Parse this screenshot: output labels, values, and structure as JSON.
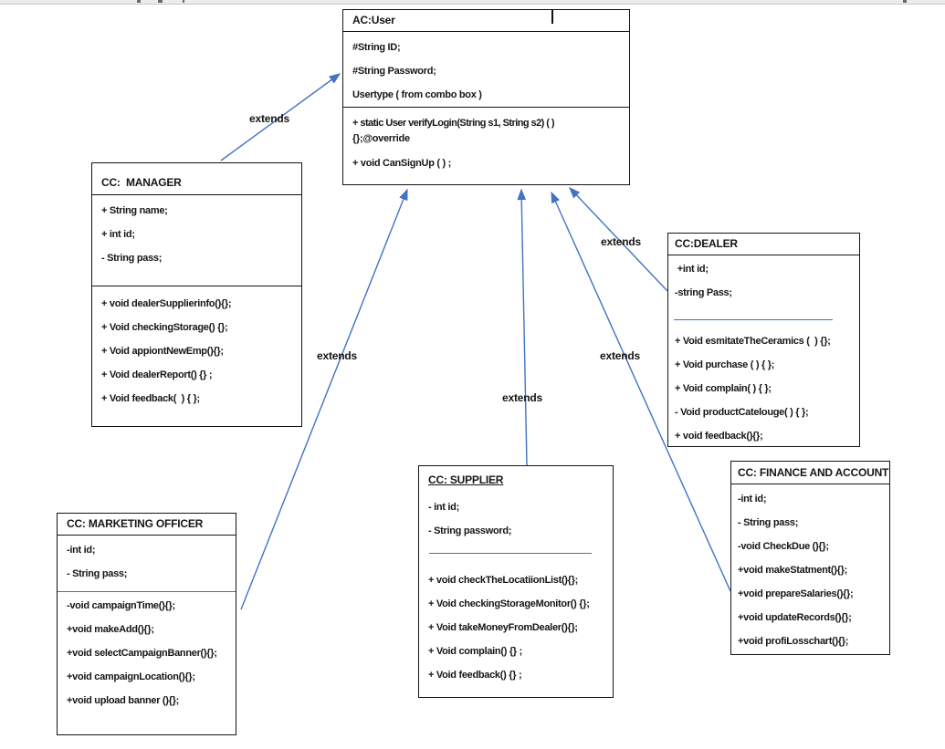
{
  "diagram_type": "uml-class-diagram",
  "colors": {
    "connector": "#4472C4",
    "box_border": "#141414",
    "text": "#161616"
  },
  "classes": {
    "user": {
      "name": "AC:User",
      "attributes": [
        "#String ID;",
        "#String Password;",
        "Usertype ( from combo box )"
      ],
      "method_lines": [
        "+ static User verifyLogin(String s1, String s2) ( )",
        "{};@override",
        "+ void CanSignUp ( ) ;"
      ]
    },
    "manager": {
      "name": "CC:  MANAGER",
      "attributes": [
        "+ String name;",
        "+ int id;",
        "- String pass;"
      ],
      "methods": [
        "+ void dealerSupplierinfo(){};",
        "+ Void checkingStorage() {};",
        "+ Void appiontNewEmp(){};",
        "+ Void dealerReport() {} ;",
        "+ Void feedback(  ) { };"
      ]
    },
    "dealer": {
      "name": "CC:DEALER",
      "attributes": [
        " +int id;",
        "-string Pass;"
      ],
      "methods": [
        "+ Void esmitateTheCeramics (  ) {};",
        "+ Void purchase ( ) { };",
        "+ Void complain( ) { };",
        "- Void productCatelouge( ) { };",
        "+ void feedback(){};"
      ]
    },
    "marketing": {
      "name": "CC: MARKETING OFFICER",
      "attributes": [
        "-int id;",
        "- String pass;"
      ],
      "methods": [
        "-void campaignTime(){};",
        "+void makeAdd(){};",
        "+void selectCampaignBanner(){};",
        "+void campaignLocation(){};",
        "+void upload banner (){};"
      ]
    },
    "supplier": {
      "name": "CC: SUPPLIER",
      "attributes": [
        "- int id;",
        "- String password;"
      ],
      "methods": [
        "+ void checkTheLocatiionList(){};",
        "+ Void checkingStorageMonitor() {};",
        "+ Void takeMoneyFromDealer(){};",
        "+ Void complain() {} ;",
        "+ Void feedback() {} ;"
      ]
    },
    "finance": {
      "name": "CC: FINANCE AND ACCOUNT",
      "attributes": [
        "-int id;",
        "- String pass;"
      ],
      "methods": [
        "-void CheckDue (){};",
        "+void makeStatment(){};",
        "+void prepareSalaries(){};",
        "+void updateRecords(){};",
        "+void profiLosschart(){};"
      ]
    }
  },
  "relations": [
    {
      "from": "CC:  MANAGER",
      "to": "AC:User",
      "label": "extends"
    },
    {
      "from": "CC: MARKETING OFFICER",
      "to": "AC:User",
      "label": "extends"
    },
    {
      "from": "CC: SUPPLIER",
      "to": "AC:User",
      "label": "extends"
    },
    {
      "from": "CC: FINANCE AND ACCOUNT",
      "to": "AC:User",
      "label": "extends"
    },
    {
      "from": "CC:DEALER",
      "to": "AC:User",
      "label": "extends"
    }
  ]
}
